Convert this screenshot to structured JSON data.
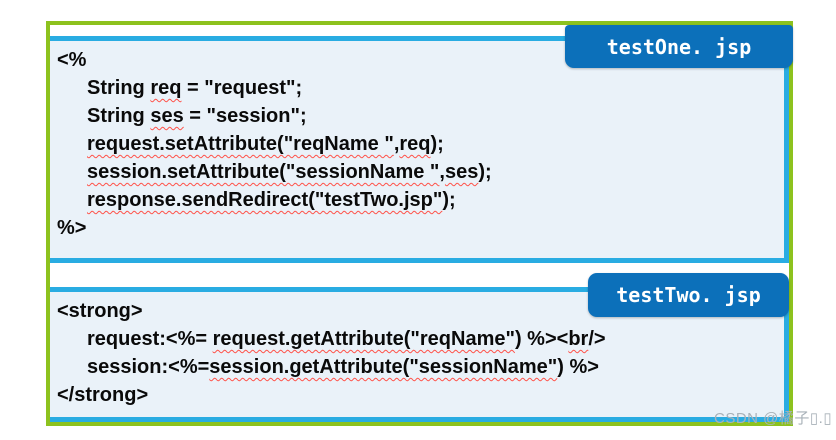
{
  "colors": {
    "green_border": "#8DC21E",
    "cyan_border": "#29ACE2",
    "tab_blue": "#0C70BA",
    "panel_bg": "#EAF2F9",
    "code_text": "#0A0A0A",
    "squiggle_red": "#FF5148",
    "watermark_gray": "#A9B2B9"
  },
  "panels": [
    {
      "name": "testOne",
      "tab_label": "testOne. jsp",
      "code_lines": [
        {
          "indent": false,
          "segments": [
            {
              "text": "<%",
              "squiggle": false
            }
          ]
        },
        {
          "indent": true,
          "segments": [
            {
              "text": "String ",
              "squiggle": false
            },
            {
              "text": "req",
              "squiggle": true
            },
            {
              "text": " = \"request\";",
              "squiggle": false
            }
          ]
        },
        {
          "indent": true,
          "segments": [
            {
              "text": "String ",
              "squiggle": false
            },
            {
              "text": "ses",
              "squiggle": true
            },
            {
              "text": " = \"session\";",
              "squiggle": false
            }
          ]
        },
        {
          "indent": true,
          "segments": [
            {
              "text": "request.setAttribute(\"reqName \"",
              "squiggle": true
            },
            {
              "text": ",",
              "squiggle": false
            },
            {
              "text": "req",
              "squiggle": true
            },
            {
              "text": ");",
              "squiggle": false
            }
          ]
        },
        {
          "indent": true,
          "segments": [
            {
              "text": "session.setAttribute(\"sessionName \"",
              "squiggle": true
            },
            {
              "text": ",",
              "squiggle": false
            },
            {
              "text": "ses",
              "squiggle": true
            },
            {
              "text": ");",
              "squiggle": false
            }
          ]
        },
        {
          "indent": true,
          "segments": [
            {
              "text": "response.sendRedirect(\"testTwo.jsp\"",
              "squiggle": true
            },
            {
              "text": ");",
              "squiggle": false
            }
          ]
        },
        {
          "indent": false,
          "segments": [
            {
              "text": "%>",
              "squiggle": false
            }
          ]
        }
      ]
    },
    {
      "name": "testTwo",
      "tab_label": "testTwo. jsp",
      "code_lines": [
        {
          "indent": false,
          "segments": [
            {
              "text": "<strong>",
              "squiggle": false
            }
          ]
        },
        {
          "indent": true,
          "segments": [
            {
              "text": "request:<%= ",
              "squiggle": false
            },
            {
              "text": "request.getAttribute(\"reqName\"",
              "squiggle": true
            },
            {
              "text": ") %><",
              "squiggle": false
            },
            {
              "text": "br",
              "squiggle": true
            },
            {
              "text": "/>",
              "squiggle": false
            }
          ]
        },
        {
          "indent": true,
          "segments": [
            {
              "text": "session:<%=",
              "squiggle": false
            },
            {
              "text": "session.getAttribute(\"sessionName\"",
              "squiggle": true
            },
            {
              "text": ") %>",
              "squiggle": false
            }
          ]
        },
        {
          "indent": false,
          "segments": [
            {
              "text": "</strong>",
              "squiggle": false
            }
          ]
        }
      ]
    }
  ],
  "watermark": {
    "text": "CSDN @橘子▯.▯"
  }
}
